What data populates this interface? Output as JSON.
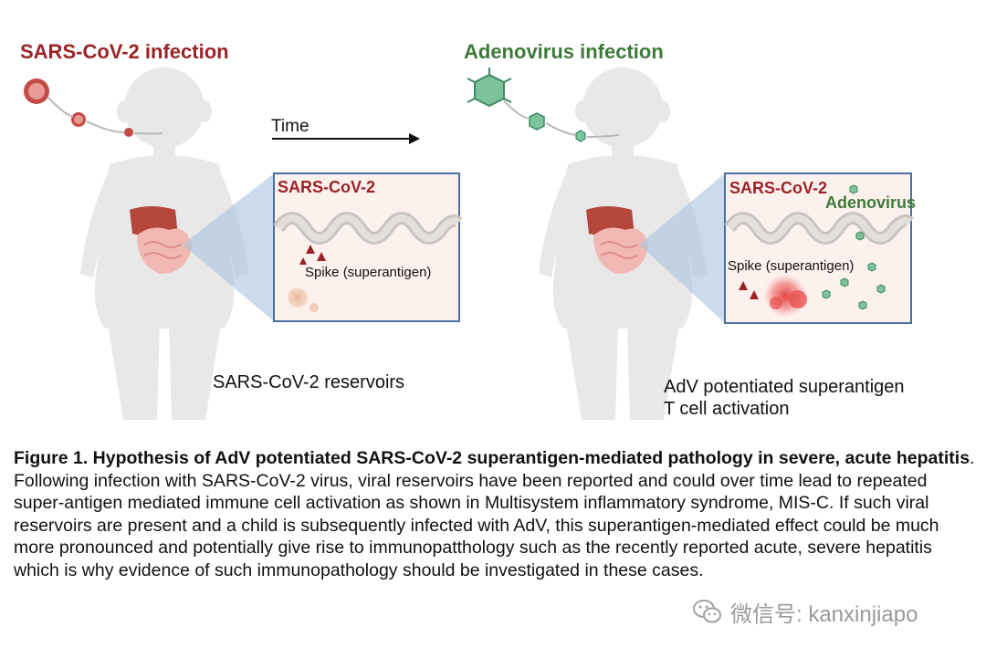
{
  "left_panel": {
    "title": "SARS-CoV-2 infection",
    "inset_label": "SARS-CoV-2",
    "spike_label": "Spike (superantigen)",
    "bottom_label": "SARS-CoV-2 reservoirs"
  },
  "middle": {
    "time_label": "Time"
  },
  "right_panel": {
    "title": "Adenovirus infection",
    "inset_label_virus1": "SARS-CoV-2",
    "inset_label_virus2": "Adenovirus",
    "spike_label": "Spike (superantigen)",
    "bottom_label_line1": "AdV potentiated superantigen",
    "bottom_label_line2": "T cell activation"
  },
  "caption": {
    "title": "Figure 1. Hypothesis of AdV potentiated SARS-CoV-2 superantigen-mediated pathology in severe, acute hepatitis",
    "body": ". Following infection with SARS-CoV-2 virus, viral reservoirs have been reported and could over time lead to repeated super-antigen mediated immune cell activation as shown in Multisystem inflammatory syndrome, MIS-C. If such  viral reservoirs are present and a child is subsequently infected with AdV, this superantigen-mediated effect could be much more pronounced and potentially give rise to immunopatthology such as the recently reported acute, severe hepatitis which is why evidence of such immunopathology should be investigated in these cases."
  },
  "watermark": {
    "text": "微信号: kanxinjiapo",
    "icon": "wechat-icon"
  },
  "colors": {
    "sars_red": "#9b2227",
    "adeno_green": "#3d7a3a",
    "inset_border": "#4a6fa5",
    "body_gray": "#e6e6e6"
  }
}
